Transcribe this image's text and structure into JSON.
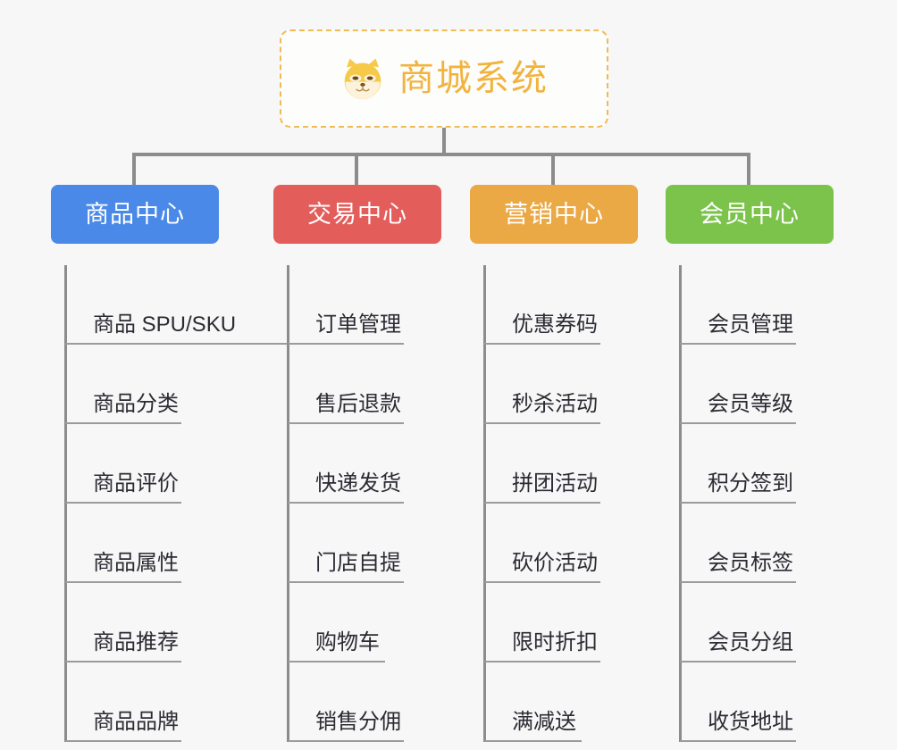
{
  "root": {
    "title": "商城系统",
    "icon": "shiba-dog-face-icon",
    "accent_color": "#f2b33d",
    "border_color": "#f0bb55"
  },
  "connector_color": "#8c8c8c",
  "background_color": "#f7f7f7",
  "columns": [
    {
      "header": "商品中心",
      "color": "#4a89e8",
      "items": [
        "商品 SPU/SKU",
        "商品分类",
        "商品评价",
        "商品属性",
        "商品推荐",
        "商品品牌"
      ]
    },
    {
      "header": "交易中心",
      "color": "#e35d5b",
      "items": [
        "订单管理",
        "售后退款",
        "快递发货",
        "门店自提",
        "购物车",
        "销售分佣"
      ]
    },
    {
      "header": "营销中心",
      "color": "#eaa944",
      "items": [
        "优惠券码",
        "秒杀活动",
        "拼团活动",
        "砍价活动",
        "限时折扣",
        "满减送"
      ]
    },
    {
      "header": "会员中心",
      "color": "#7cc34c",
      "items": [
        "会员管理",
        "会员等级",
        "积分签到",
        "会员标签",
        "会员分组",
        "收货地址"
      ]
    }
  ]
}
